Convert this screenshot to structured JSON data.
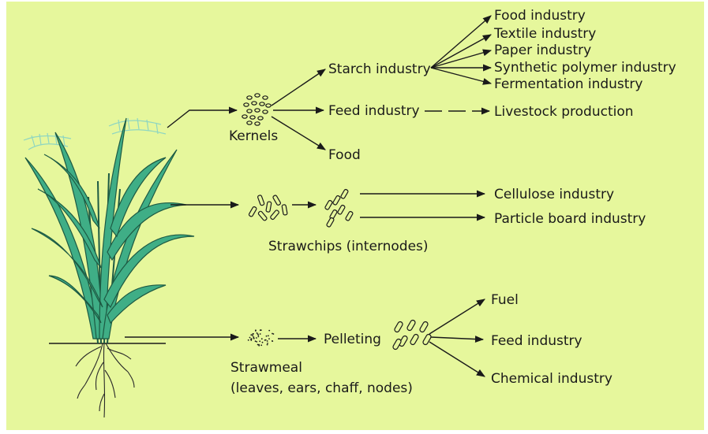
{
  "labels": {
    "starch_industry": "Starch industry",
    "kernels": "Kernels",
    "feed_industry_1": "Feed industry",
    "food": "Food",
    "food_industry": "Food industry",
    "textile_industry": "Textile industry",
    "paper_industry": "Paper industry",
    "synthetic_polymer_industry": "Synthetic polymer industry",
    "fermentation_industry": "Fermentation industry",
    "livestock_production": "Livestock production",
    "cellulose_industry": "Cellulose industry",
    "particle_board_industry": "Particle board industry",
    "strawchips": "Strawchips (internodes)",
    "pelleting": "Pelleting",
    "strawmeal": "Strawmeal",
    "strawmeal_parts": "(leaves, ears, chaff, nodes)",
    "fuel": "Fuel",
    "feed_industry_2": "Feed industry",
    "chemical_industry": "Chemical industry"
  },
  "icons": {
    "plant": "rice-plant-illustration",
    "kernels": "kernel-cluster-icon",
    "strawchips": "strawchip-icon",
    "strawmeal": "strawmeal-dots-icon",
    "pellets": "pellet-icon"
  },
  "colors": {
    "background": "#e6f79c",
    "plant_leaf": "#3fae86",
    "panicle": "#8fd6c1",
    "ink": "#1a1a1a"
  }
}
